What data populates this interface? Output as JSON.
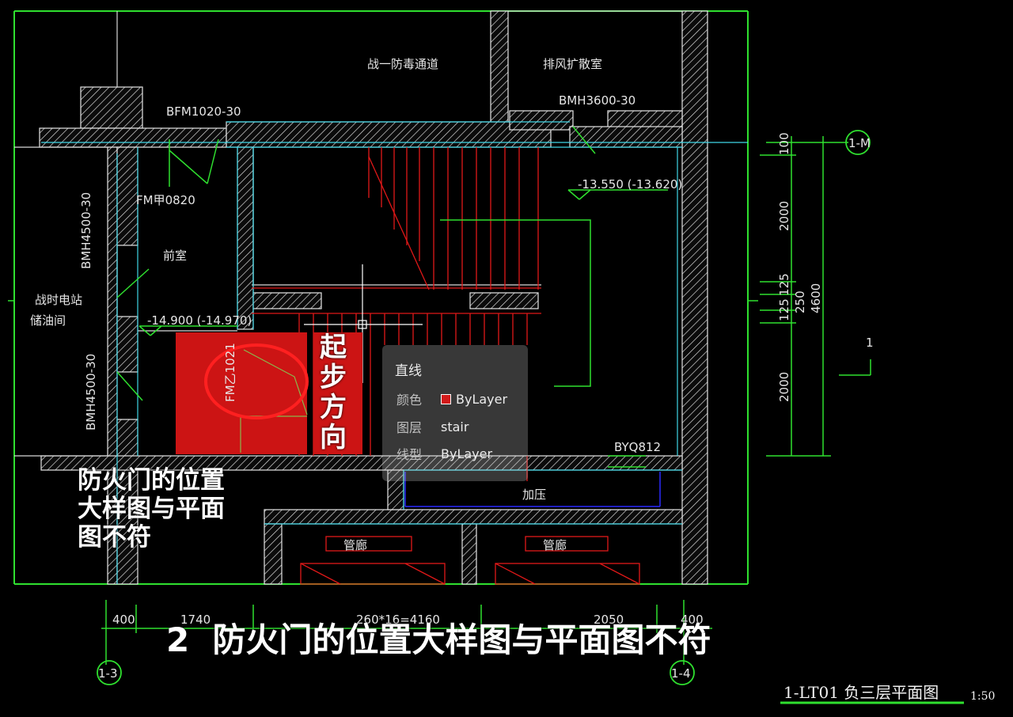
{
  "drawing": {
    "room_labels": {
      "top_center": "战一防毒通道",
      "top_right": "排风扩散室",
      "left_small": "前室",
      "left_big_1": "战时电站",
      "left_big_2": "储油间",
      "bottom_mid": "加压",
      "bottom_left_room": "管廊",
      "bottom_right_room": "管廊"
    },
    "door_tags": {
      "bfm": "BFM1020-30",
      "bmh_top": "BMH3600-30",
      "fm": "FM甲0820",
      "bmh_left_top": "BMH4500-30",
      "bmh_left_bottom": "BMH4500-30",
      "fm_rotated": "FM乙1021",
      "byq": "BYQ812"
    },
    "elevations": {
      "top": "-13.550 (-13.620)",
      "left": "-14.900 (-14.970)"
    },
    "dimensions_right": [
      "100",
      "2000",
      "125",
      "125",
      "250",
      "4600",
      "2000"
    ],
    "dimensions_bottom": [
      "400",
      "1740",
      "260*16=4160",
      "2050",
      "400"
    ],
    "axes": {
      "right": "1-M",
      "bottom_left": "1-3",
      "bottom_right": "1-4"
    },
    "section_mark": "1",
    "sheet_title": "1-LT01 负三层平面图",
    "scale": "1:50"
  },
  "annotations": {
    "direction_label": "起步方向",
    "callout_lines": [
      "防火门的位置",
      "大样图与平面",
      "图不符"
    ],
    "caption": "2  防火门的位置大样图与平面图不符"
  },
  "tooltip": {
    "title": "直线",
    "rows": [
      {
        "key": "颜色",
        "value": "ByLayer",
        "swatch": "#d21a1a"
      },
      {
        "key": "图层",
        "value": "stair"
      },
      {
        "key": "线型",
        "value": "ByLayer"
      }
    ]
  },
  "colors": {
    "background": "#000000",
    "wall": "#e6e6e6",
    "green_line": "#2fe02f",
    "cyan_line": "#3fd6e6",
    "stair_red": "#e01818",
    "highlight_red": "#cc1414",
    "blue_line": "#2a2aff"
  }
}
